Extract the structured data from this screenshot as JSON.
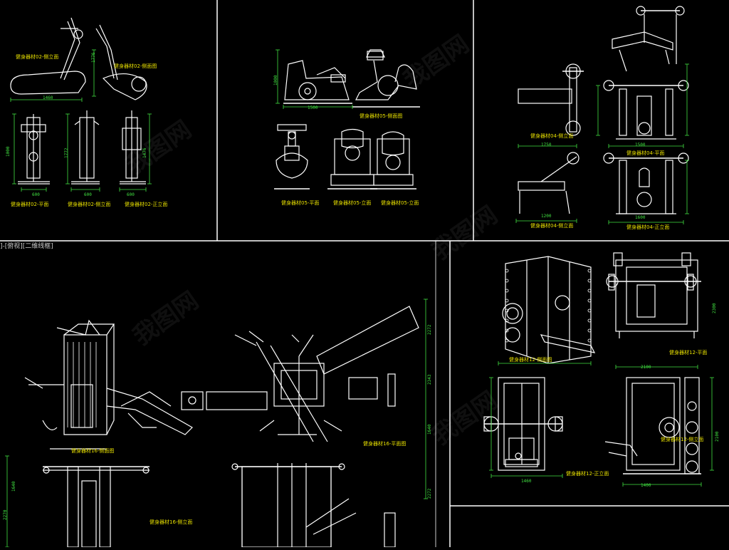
{
  "window": {
    "layout_tab": "]-[俯视][二维线框]"
  },
  "watermark": "我图网",
  "colors": {
    "background": "#000000",
    "lines": "#ffffff",
    "labels": "#e8e000",
    "dimensions": "#40e040",
    "frames": "#ffffff"
  },
  "panels": [
    {
      "name": "elliptical-trainer",
      "labels": [
        "健身器材02-侧立面",
        "健身器材02-侧面图",
        "健身器材02-平面",
        "健身器材02-侧立面",
        "健身器材02-正立面"
      ],
      "dims": [
        "1460",
        "1776",
        "1000",
        "1772",
        "1476",
        "600",
        "600",
        "600"
      ]
    },
    {
      "name": "exercise-bike",
      "labels": [
        "健身器材05-侧面图",
        "健身器材05-平面",
        "健身器材05-立面",
        "健身器材05-立面"
      ],
      "dims": [
        "1500",
        "1000"
      ]
    },
    {
      "name": "bench-press",
      "labels": [
        "健身器材04-侧立面",
        "健身器材04-平面",
        "健身器材04-侧立面",
        "健身器材04-正立面"
      ],
      "dims": [
        "1750",
        "1500",
        "1200",
        "1600"
      ]
    },
    {
      "name": "multi-gym",
      "labels": [
        "健身器材16-侧面图",
        "健身器材16-平面图",
        "健身器材16-侧立面"
      ],
      "dims": [
        "2272",
        "2343",
        "1640",
        "2270",
        "1640",
        "2272"
      ]
    },
    {
      "name": "power-rack",
      "labels": [
        "健身器材12-侧面图",
        "健身器材12-平面",
        "健身器材12-正立面",
        "健身器材12-侧立面"
      ],
      "dims": [
        "2300",
        "2100",
        "1460",
        "1400",
        "2100"
      ]
    }
  ]
}
